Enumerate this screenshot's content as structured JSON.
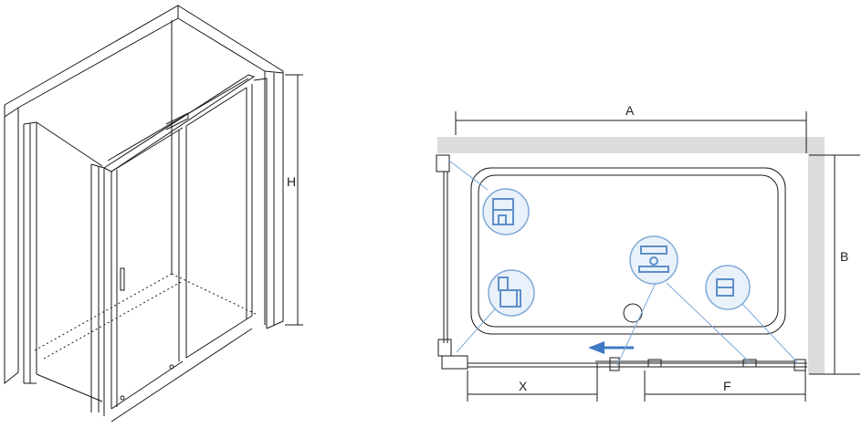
{
  "iso_view": {
    "height_label": "H"
  },
  "plan_view": {
    "width_label": "A",
    "depth_label": "B",
    "opening_label": "X",
    "fixed_panel_label": "F"
  },
  "colors": {
    "line": "#1a1a1a",
    "wall_fill": "#dcdcdc",
    "callout": "#7fa9d6",
    "callout_fill": "#e9f1fa",
    "arrow": "#3f78c4",
    "detail_icon": "#5f8fc8"
  },
  "details": [
    {
      "name": "corner-profile-detail-icon"
    },
    {
      "name": "wall-profile-detail-icon"
    },
    {
      "name": "roller-detail-icon"
    },
    {
      "name": "end-stop-detail-icon"
    }
  ]
}
